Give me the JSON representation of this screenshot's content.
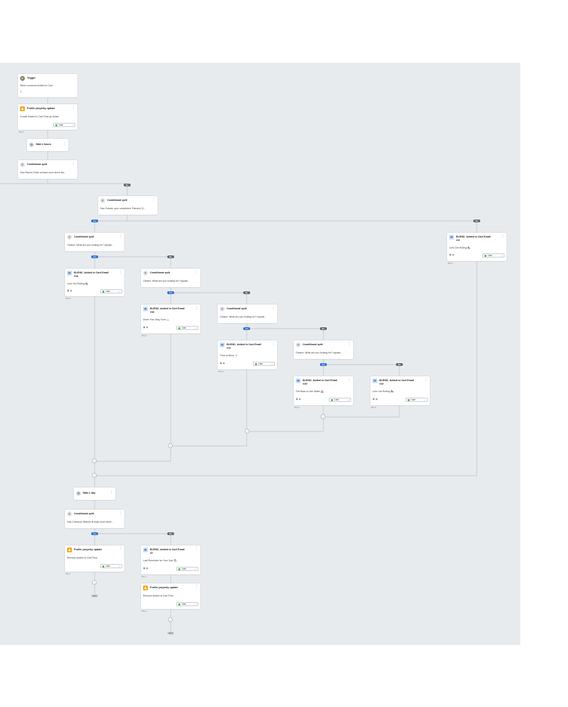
{
  "flow": {
    "trigger": {
      "title": "Trigger",
      "desc": "When someone Added to Cart"
    },
    "profile_update_1": {
      "title": "Profile property update",
      "desc": "Create Added to Cart Flow as Active",
      "status": "Live",
      "day": "Day 0"
    },
    "wait_1": {
      "title": "Wait 4 hours"
    },
    "split_1": {
      "title": "Conditional split",
      "desc": "Has Placed Order at least once since sta..."
    },
    "split_2": {
      "title": "Conditional split",
      "desc": "Has Octane: quiz completed: Patronis Q..."
    },
    "split_3": {
      "title": "Conditional split",
      "desc": "Octane: What are you looking for? equals..."
    },
    "email_1f": {
      "title": "BLEND_Added to Cart Email\n#1f",
      "desc": "Let's Get Rolling 🛼",
      "status": "Live",
      "day": "Day 0"
    },
    "email_1a": {
      "title": "BLEND_Added to Cart Email\n#1a",
      "desc": "Let's Get Rolling 🛼",
      "status": "Live",
      "day": "Day 0"
    },
    "split_4": {
      "title": "Conditional split",
      "desc": "Octane: What are you looking for? equals..."
    },
    "email_1b": {
      "title": "BLEND_Added to Cart Email\n#1b",
      "desc": "Move Your Way Over 🚲",
      "status": "Live",
      "day": "Day 0"
    },
    "split_5": {
      "title": "Conditional split",
      "desc": "Octane: What are you looking for? equals..."
    },
    "email_1c": {
      "title": "BLEND_Added to Cart Email\n#1c",
      "desc": "Time to Move 🏃",
      "status": "Live",
      "day": "Day 0"
    },
    "split_6": {
      "title": "Conditional split",
      "desc": "Octane: What are you looking for? equals..."
    },
    "email_1d": {
      "title": "BLEND_Added to Cart Email\n#1D",
      "desc": "Get Back on the Water 🚣",
      "status": "Live",
      "day": "Day 0"
    },
    "email_1e": {
      "title": "BLEND_Added to Cart Email\n#1e",
      "desc": "Let's Get Rolling 🛼",
      "status": "Live",
      "day": "Day 0"
    },
    "wait_2": {
      "title": "Wait 1 day"
    },
    "split_7": {
      "title": "Conditional split",
      "desc": "Has Checkout Started at least once since..."
    },
    "profile_update_2": {
      "title": "Profile property update",
      "desc": "Remove Added to Cart Flow",
      "status": "Live",
      "day": "Day 1"
    },
    "email_2": {
      "title": "BLEND_Added to Cart Email\n#2",
      "desc": "Last Reminder for Your Cart 🛍",
      "status": "Live",
      "day": "Day 1"
    },
    "profile_update_3": {
      "title": "Profile property update",
      "desc": "Remove Added to Cart Flow",
      "status": "Live",
      "day": "Day 1"
    }
  },
  "labels": {
    "yes": "Yes",
    "no": "No",
    "end": "End",
    "more": "⋮"
  }
}
